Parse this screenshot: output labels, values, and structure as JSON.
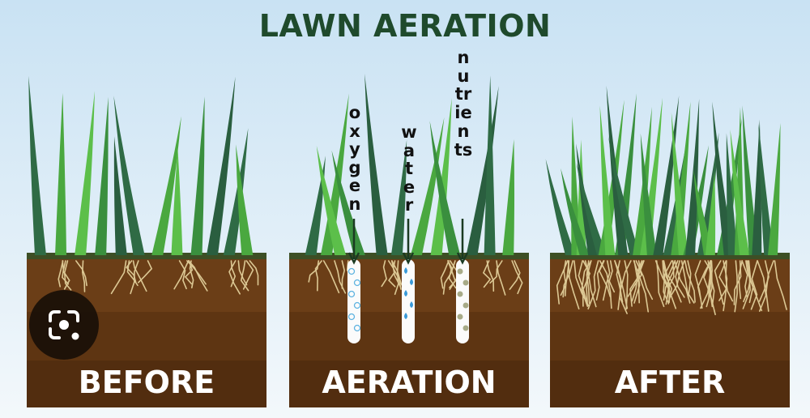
{
  "title": "LAWN AERATION",
  "panels": [
    {
      "label": "BEFORE"
    },
    {
      "label": "AERATION"
    },
    {
      "label": "AFTER"
    }
  ],
  "flows": [
    {
      "label": "oxygen",
      "marker": "bubble",
      "color": "#5fb3e0"
    },
    {
      "label": "water",
      "marker": "droplet",
      "color": "#3a9ad9"
    },
    {
      "label": "nutrients",
      "marker": "dot",
      "color": "#a8ab88"
    }
  ],
  "colors": {
    "title": "#1f4a2c",
    "soil_top": "#6b3e17",
    "soil_mid": "#5e3512",
    "soil_bottom": "#522d0f",
    "turf": "#3d4f25",
    "roots": "#dcc894"
  },
  "overlay": {
    "icon": "lens-search-icon"
  }
}
